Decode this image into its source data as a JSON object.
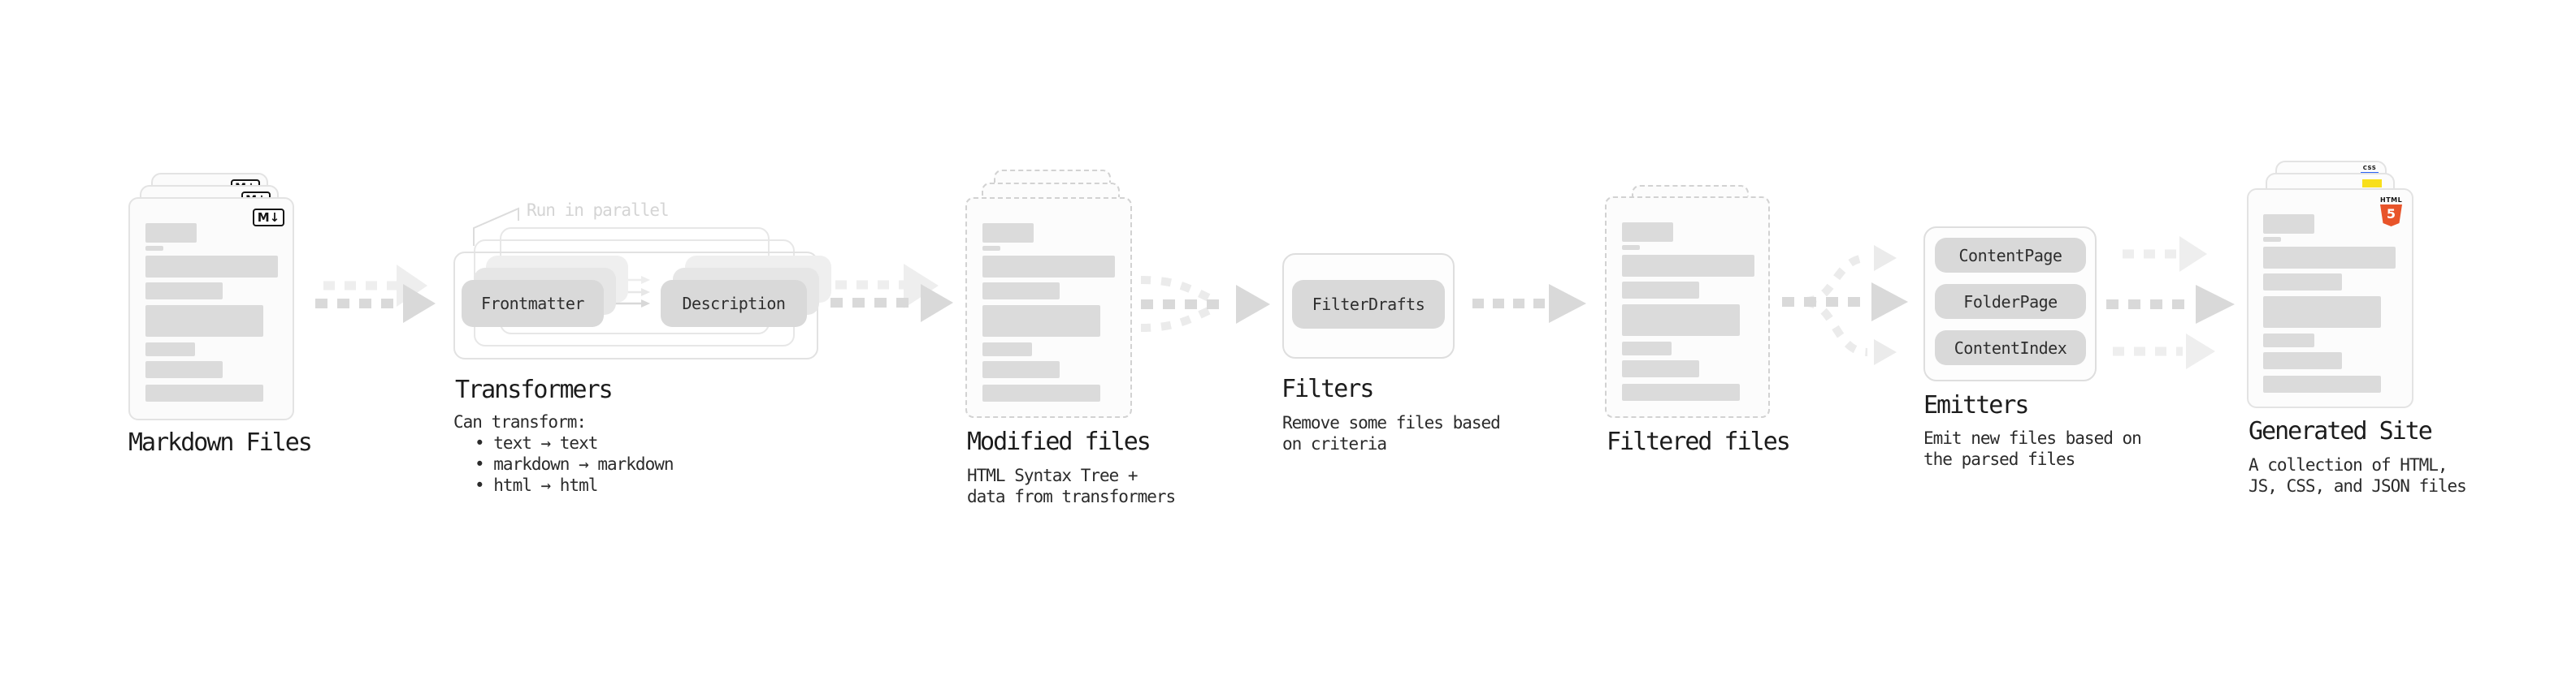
{
  "diagram": {
    "description_flow": [
      {
        "from": "Markdown Files",
        "to": "Transformers",
        "style": "double-dashed-arrow"
      },
      {
        "from": "Transformers",
        "to": "Modified files",
        "style": "double-dashed-arrow"
      },
      {
        "from": "Modified files",
        "to": "Filters",
        "style": "converging-dashed-arrow"
      },
      {
        "from": "Filters",
        "to": "Filtered files",
        "style": "dashed-arrow"
      },
      {
        "from": "Filtered files",
        "to": "Emitters",
        "style": "fan-out-dashed-arrow"
      },
      {
        "from": "Emitters",
        "to": "Generated Site",
        "style": "triple-dashed-arrow"
      }
    ]
  },
  "stages": {
    "markdown": {
      "label": "Markdown Files",
      "badge": "M↓"
    },
    "transformers": {
      "label": "Transformers",
      "annotation": "Run in parallel",
      "buttons": [
        "Frontmatter",
        "Description"
      ],
      "caption": "Can transform:",
      "bullets": [
        "• text → text",
        "• markdown → markdown",
        "• html → html"
      ]
    },
    "modified": {
      "label": "Modified files",
      "caption1": "HTML Syntax Tree +",
      "caption2": "data from transformers"
    },
    "filters": {
      "label": "Filters",
      "buttons": [
        "FilterDrafts"
      ],
      "caption1": "Remove some files based",
      "caption2": "on criteria"
    },
    "filtered": {
      "label": "Filtered files"
    },
    "emitters": {
      "label": "Emitters",
      "buttons": [
        "ContentPage",
        "FolderPage",
        "ContentIndex"
      ],
      "caption1": "Emit new files based on",
      "caption2": "the parsed files"
    },
    "generated": {
      "label": "Generated Site",
      "caption1": "A collection of HTML,",
      "caption2": "JS, CSS, and JSON files",
      "html5_word": "HTML",
      "html5_number": "5",
      "css_word": "CSS"
    }
  },
  "colors": {
    "background": "#ffffff",
    "card_border": "#e3e3e3",
    "dashed_border": "#d2d2d2",
    "skeleton_bar": "#dbdbdb",
    "button_fill": "#d9d9d9",
    "arrow_dark": "#d9d9d9",
    "arrow_light": "#eeeeee",
    "heading_text": "#1c1c1c",
    "caption_text": "#2b2b2b",
    "annotation_text": "#d4d4d4",
    "html5_orange": "#e8542a",
    "js_yellow": "#f8df1c",
    "css_blue": "#2b63f5",
    "badge_ink": "#141414"
  }
}
